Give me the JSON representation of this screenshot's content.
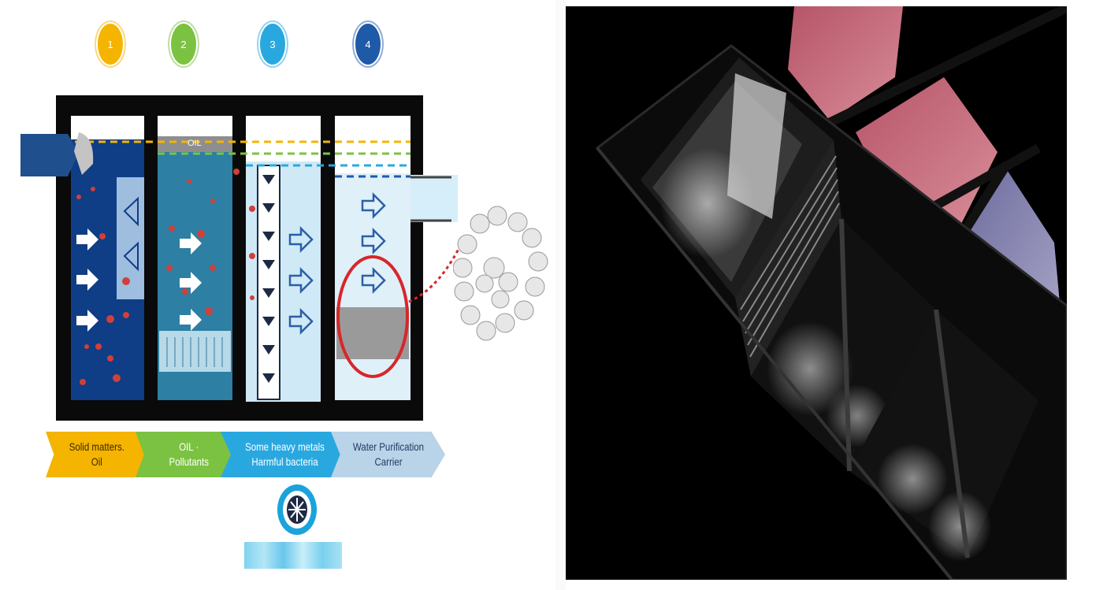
{
  "steps": [
    {
      "number": "1",
      "color": "#f4b400"
    },
    {
      "number": "2",
      "color": "#7cc242"
    },
    {
      "number": "3",
      "color": "#29a8e0"
    },
    {
      "number": "4",
      "color": "#1e5aa8"
    }
  ],
  "oil_label": "OIL",
  "stage_labels": [
    {
      "text": "Solid matters.\nOil",
      "color": "#f4b400"
    },
    {
      "text": "OIL ·\nPollutants",
      "color": "#7cc242"
    },
    {
      "text": "Some heavy metals\nHarmful bacteria",
      "color": "#29a8e0"
    },
    {
      "text": "Water Purification\nCarrier",
      "color": "#b9d3e8"
    }
  ],
  "colors": {
    "chamber1": "#0f3d86",
    "chamber2": "#2d7fa3",
    "chamber3": "#cfe9f6",
    "chamber4": "#dff0f9",
    "tank_frame": "#0a0a0a",
    "highlight_ring": "#d8262a",
    "inlet_pipe": "#1f4f8c"
  }
}
